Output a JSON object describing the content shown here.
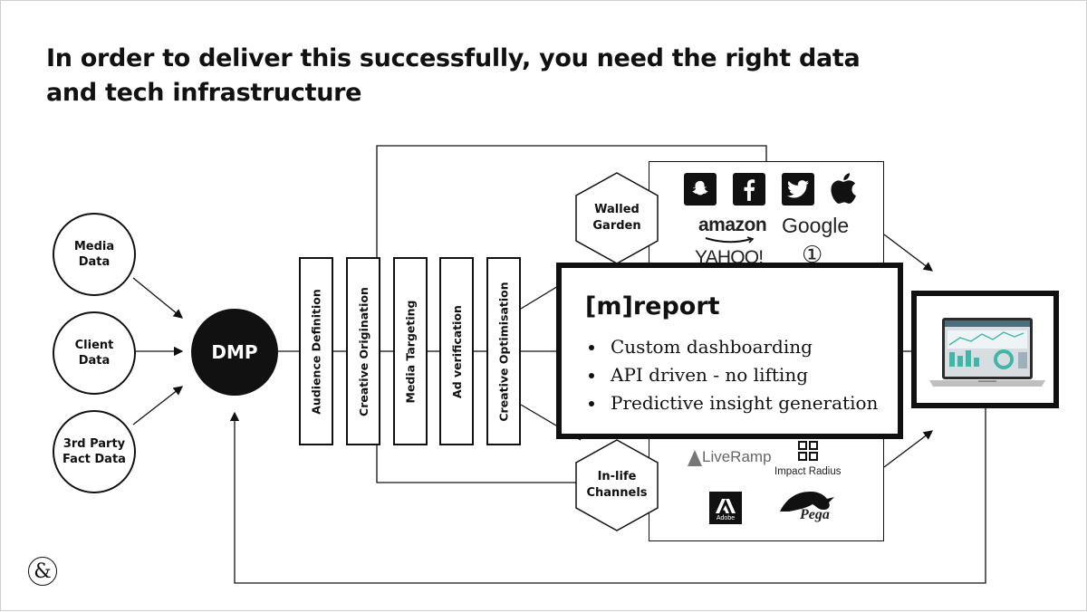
{
  "slide": {
    "title": "In order to deliver this successfully, you need the right data and tech infrastructure"
  },
  "sources": [
    {
      "label": "Media\nData"
    },
    {
      "label": "Client\nData"
    },
    {
      "label": "3rd Party\nFact Data"
    }
  ],
  "hub": {
    "label": "DMP"
  },
  "stages": [
    {
      "label": "Audience Definition"
    },
    {
      "label": "Creative Origination"
    },
    {
      "label": "Media Targeting"
    },
    {
      "label": "Ad verification"
    },
    {
      "label": "Creative Optimisation"
    }
  ],
  "hexagons": {
    "top": "Walled\nGarden",
    "bottom": "In-life\nChannels"
  },
  "walled_garden_logos": {
    "icons": [
      "snapchat-icon",
      "facebook-icon",
      "twitter-icon",
      "apple-icon"
    ],
    "amazon": "amazon",
    "google": "Google",
    "yahoo": "YAHOO!",
    "one": "①"
  },
  "channel_logos": {
    "liveramp": "LiveRamp",
    "impact_radius": "Impact Radius",
    "adobe": "Adobe",
    "pega": "Pega"
  },
  "report": {
    "title": "[m]report",
    "bullets": [
      "Custom dashboarding",
      "API driven - no lifting",
      "Predictive insight generation"
    ]
  },
  "footer": {
    "logo": "&"
  },
  "colors": {
    "primary": "#111111",
    "background": "#ffffff",
    "screen_accent": "#3fb6a8"
  }
}
